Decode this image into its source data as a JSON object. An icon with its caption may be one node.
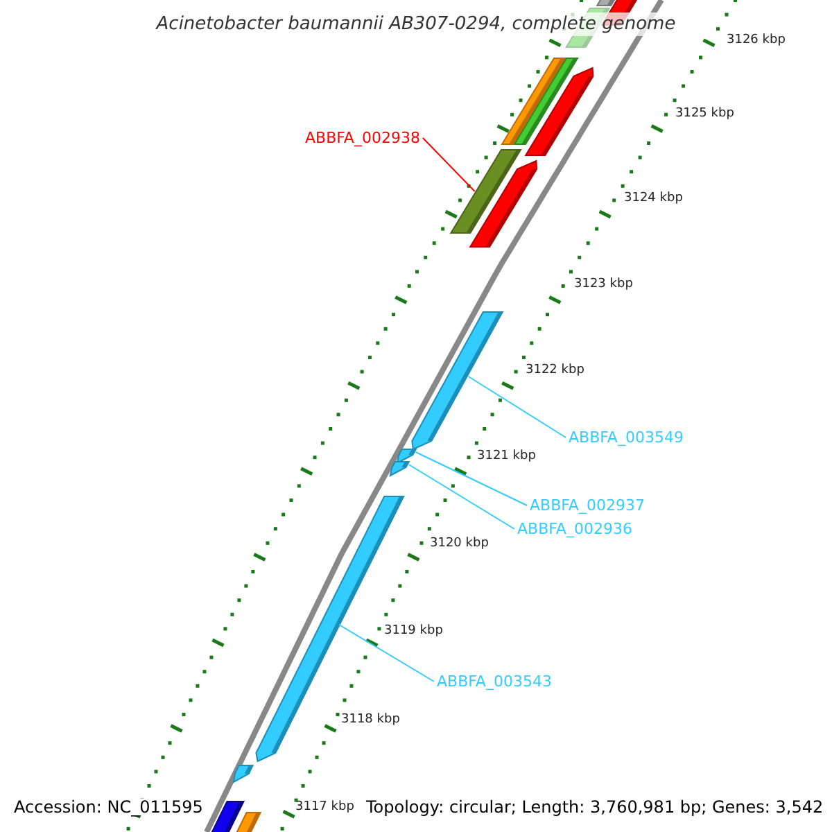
{
  "diagram": {
    "title": "Acinetobacter baumannii AB307-0294, complete genome",
    "nodes": [
      {
        "text": [
          "ABBFA_002938"
        ]
      },
      {
        "text": [],
        "shape": "bar"
      },
      {
        "text": [
          "ABBFA_003549"
        ]
      },
      {
        "text": [],
        "shape": "bar"
      },
      {
        "text": [
          "ABBFA_002937"
        ]
      },
      {
        "text": [],
        "shape": "bar"
      },
      {
        "text": [
          "ABBFA_002936"
        ]
      },
      {
        "text": [],
        "shape": "bar"
      },
      {
        "text": [
          "ABBFA_003543"
        ]
      },
      {
        "text": [],
        "shape": "bar"
      }
    ],
    "edges": [
      {
        "from": 0,
        "to": 1,
        "arrow": "none",
        "color": "#ff0000"
      },
      {
        "from": 2,
        "to": 3,
        "arrow": "none"
      },
      {
        "from": 4,
        "to": 5,
        "arrow": "none"
      },
      {
        "from": 6,
        "to": 7,
        "arrow": "none"
      },
      {
        "from": 8,
        "to": 9,
        "arrow": "none"
      }
    ],
    "labels": [
      "3126 kbp",
      "3125 kbp",
      "3124 kbp",
      "3123 kbp",
      "3122 kbp",
      "3121 kbp",
      "3120 kbp",
      "3119 kbp",
      "3118 kbp",
      "3117 kbp",
      "Accession: NC_011595",
      "Topology: circular; Length: 3,760,981 bp; Genes: 3,542"
    ]
  }
}
